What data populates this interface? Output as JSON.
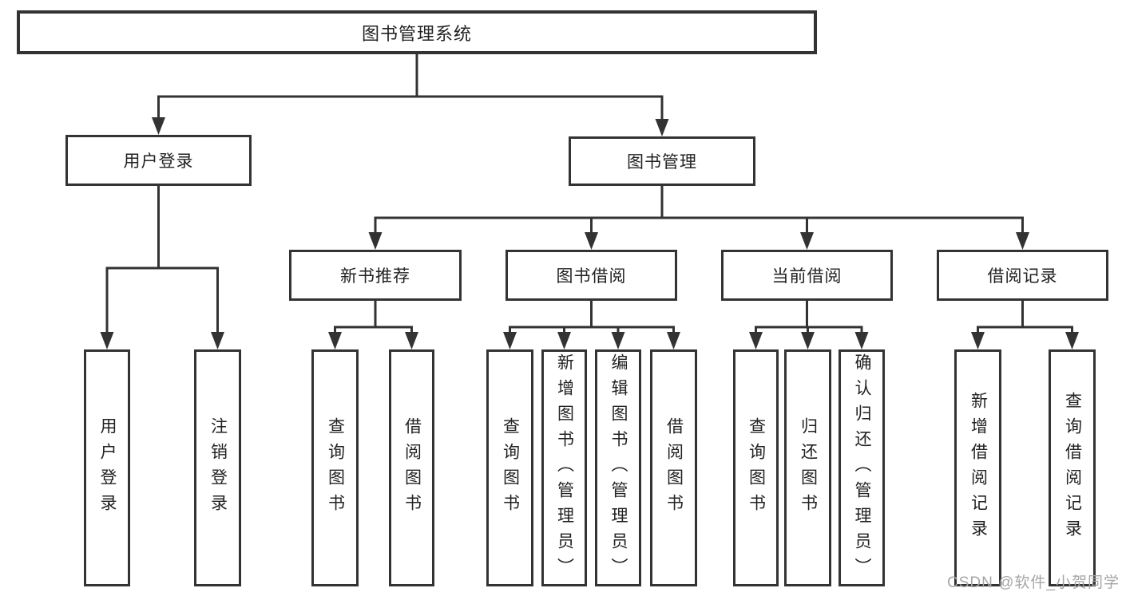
{
  "diagram": {
    "root": {
      "label": "图书管理系统"
    },
    "level2": {
      "user_login": {
        "label": "用户登录"
      },
      "book_mgmt": {
        "label": "图书管理"
      }
    },
    "level3": {
      "new_books": {
        "label": "新书推荐"
      },
      "book_borrow": {
        "label": "图书借阅"
      },
      "current_borrow": {
        "label": "当前借阅"
      },
      "borrow_records": {
        "label": "借阅记录"
      }
    },
    "leaves": {
      "user_login_1": "用户登录",
      "user_login_2": "注销登录",
      "new_books_1": "查询图书",
      "new_books_2": "借阅图书",
      "book_borrow_1": "查询图书",
      "book_borrow_2": "新增图书（管理员）",
      "book_borrow_3": "编辑图书（管理员）",
      "book_borrow_4": "借阅图书",
      "current_borrow_1": "查询图书",
      "current_borrow_2": "归还图书",
      "current_borrow_3": "确认归还（管理员）",
      "borrow_records_1": "新增借阅记录",
      "borrow_records_2": "查询借阅记录"
    }
  },
  "watermark": {
    "text": "CSDN @软件_小贺同学"
  },
  "colors": {
    "line": "#333333",
    "text": "#222222",
    "watermark": "#a6a6a6",
    "background": "#ffffff"
  }
}
